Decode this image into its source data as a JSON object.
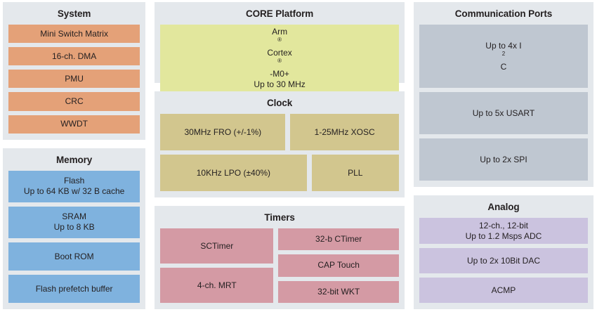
{
  "diagram": {
    "title": "MCU block diagram",
    "panel_bg": "#e4e8ec",
    "page_bg": "#ffffff"
  },
  "panels": {
    "system": {
      "title": "System",
      "color": "#e4a178",
      "blocks": [
        {
          "label": "Mini Switch Matrix"
        },
        {
          "label": "16-ch. DMA"
        },
        {
          "label": "PMU"
        },
        {
          "label": "CRC"
        },
        {
          "label": "WWDT"
        }
      ]
    },
    "memory": {
      "title": "Memory",
      "color": "#7fb2de",
      "blocks": [
        {
          "line1": "Flash",
          "line2": "Up to 64 KB w/ 32 B cache"
        },
        {
          "line1": "SRAM",
          "line2": "Up to 8 KB"
        },
        {
          "line1": "Boot ROM",
          "line2": ""
        },
        {
          "line1": "Flash prefetch buffer",
          "line2": ""
        }
      ]
    },
    "core": {
      "title": "CORE Platform",
      "color": "#e2e79d",
      "block": {
        "line1_pre": "Arm",
        "line1_sup1": "®",
        "line1_mid": " Cortex",
        "line1_sup2": "®",
        "line1_post": "-M0+",
        "line2": "Up to 30 MHz"
      }
    },
    "clock": {
      "title": "Clock",
      "color": "#d2c68e",
      "blocks": [
        {
          "label": "30MHz FRO (+/-1%)"
        },
        {
          "label": "1-25MHz XOSC"
        },
        {
          "label": "10KHz LPO (±40%)"
        },
        {
          "label": "PLL"
        }
      ]
    },
    "timers": {
      "title": "Timers",
      "color": "#d49aa4",
      "left_blocks": [
        {
          "label": "SCTimer"
        },
        {
          "label": "4-ch. MRT"
        }
      ],
      "right_blocks": [
        {
          "label": "32-b CTimer"
        },
        {
          "label": "CAP Touch"
        },
        {
          "label": "32-bit WKT"
        }
      ]
    },
    "comm": {
      "title": "Communication Ports",
      "color": "#bfc7d1",
      "blocks": [
        {
          "pre": "Up to 4x I",
          "sup": "2",
          "post": "C"
        },
        {
          "pre": "Up to 5x USART",
          "sup": "",
          "post": ""
        },
        {
          "pre": "Up to 2x SPI",
          "sup": "",
          "post": ""
        }
      ]
    },
    "analog": {
      "title": "Analog",
      "color": "#cbc3df",
      "blocks": [
        {
          "line1": "12-ch., 12-bit",
          "line2": "Up to 1.2 Msps ADC"
        },
        {
          "line1": "Up to 2x 10Bit DAC",
          "line2": ""
        },
        {
          "line1": "ACMP",
          "line2": ""
        }
      ]
    }
  }
}
